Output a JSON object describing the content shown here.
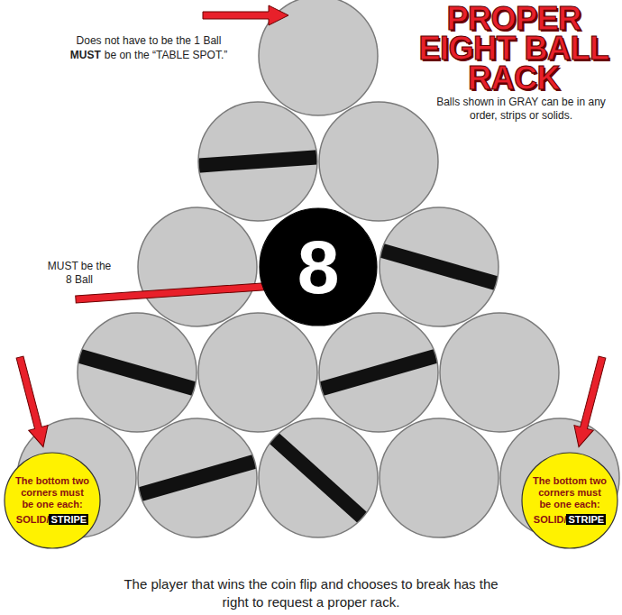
{
  "diagram": {
    "title": "PROPER EIGHT BALL RACK",
    "caption": "The player that wins the coin flip and chooses to break has the right to request a proper rack.",
    "nodes": [
      {
        "text": [
          "8"
        ]
      },
      {
        "text": [
          "The bottom two corners must be one each:",
          "SOLID/",
          "STRIPE"
        ]
      },
      {
        "text": [
          "The bottom two corners must be one each:",
          "SOLID/",
          "STRIPE"
        ]
      }
    ],
    "labels": [
      "Balls shown in GRAY can be in any order, strips or solids.",
      "Does not have to be the 1 Ball",
      "MUST",
      "be on the “TABLE SPOT.”",
      "MUST be the 8 Ball"
    ]
  }
}
